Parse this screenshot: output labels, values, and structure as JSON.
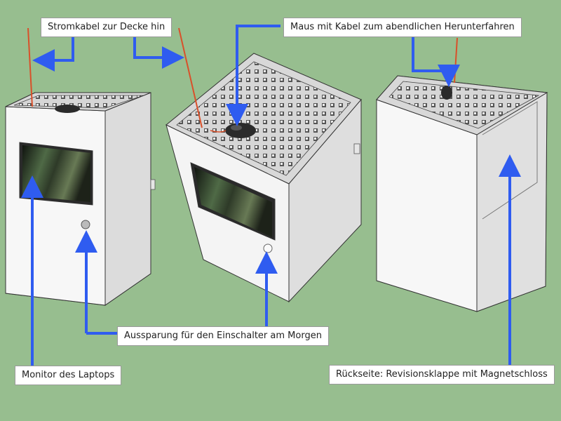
{
  "labels": {
    "power_cable": "Stromkabel zur Decke hin",
    "mouse": "Maus mit Kabel zum abendlichen Herunterfahren",
    "switch_cutout": "Aussparung für den Einschalter am Morgen",
    "monitor": "Monitor des Laptops",
    "back": "Rückseite: Revisionsklappe mit Magnetschloss"
  },
  "colors": {
    "background": "#97be8f",
    "arrow": "#2f5cf0",
    "cable": "#d9502a",
    "box": "#f2f2f2",
    "box_shade": "#dddddd",
    "mouse": "#2b2b2b"
  }
}
